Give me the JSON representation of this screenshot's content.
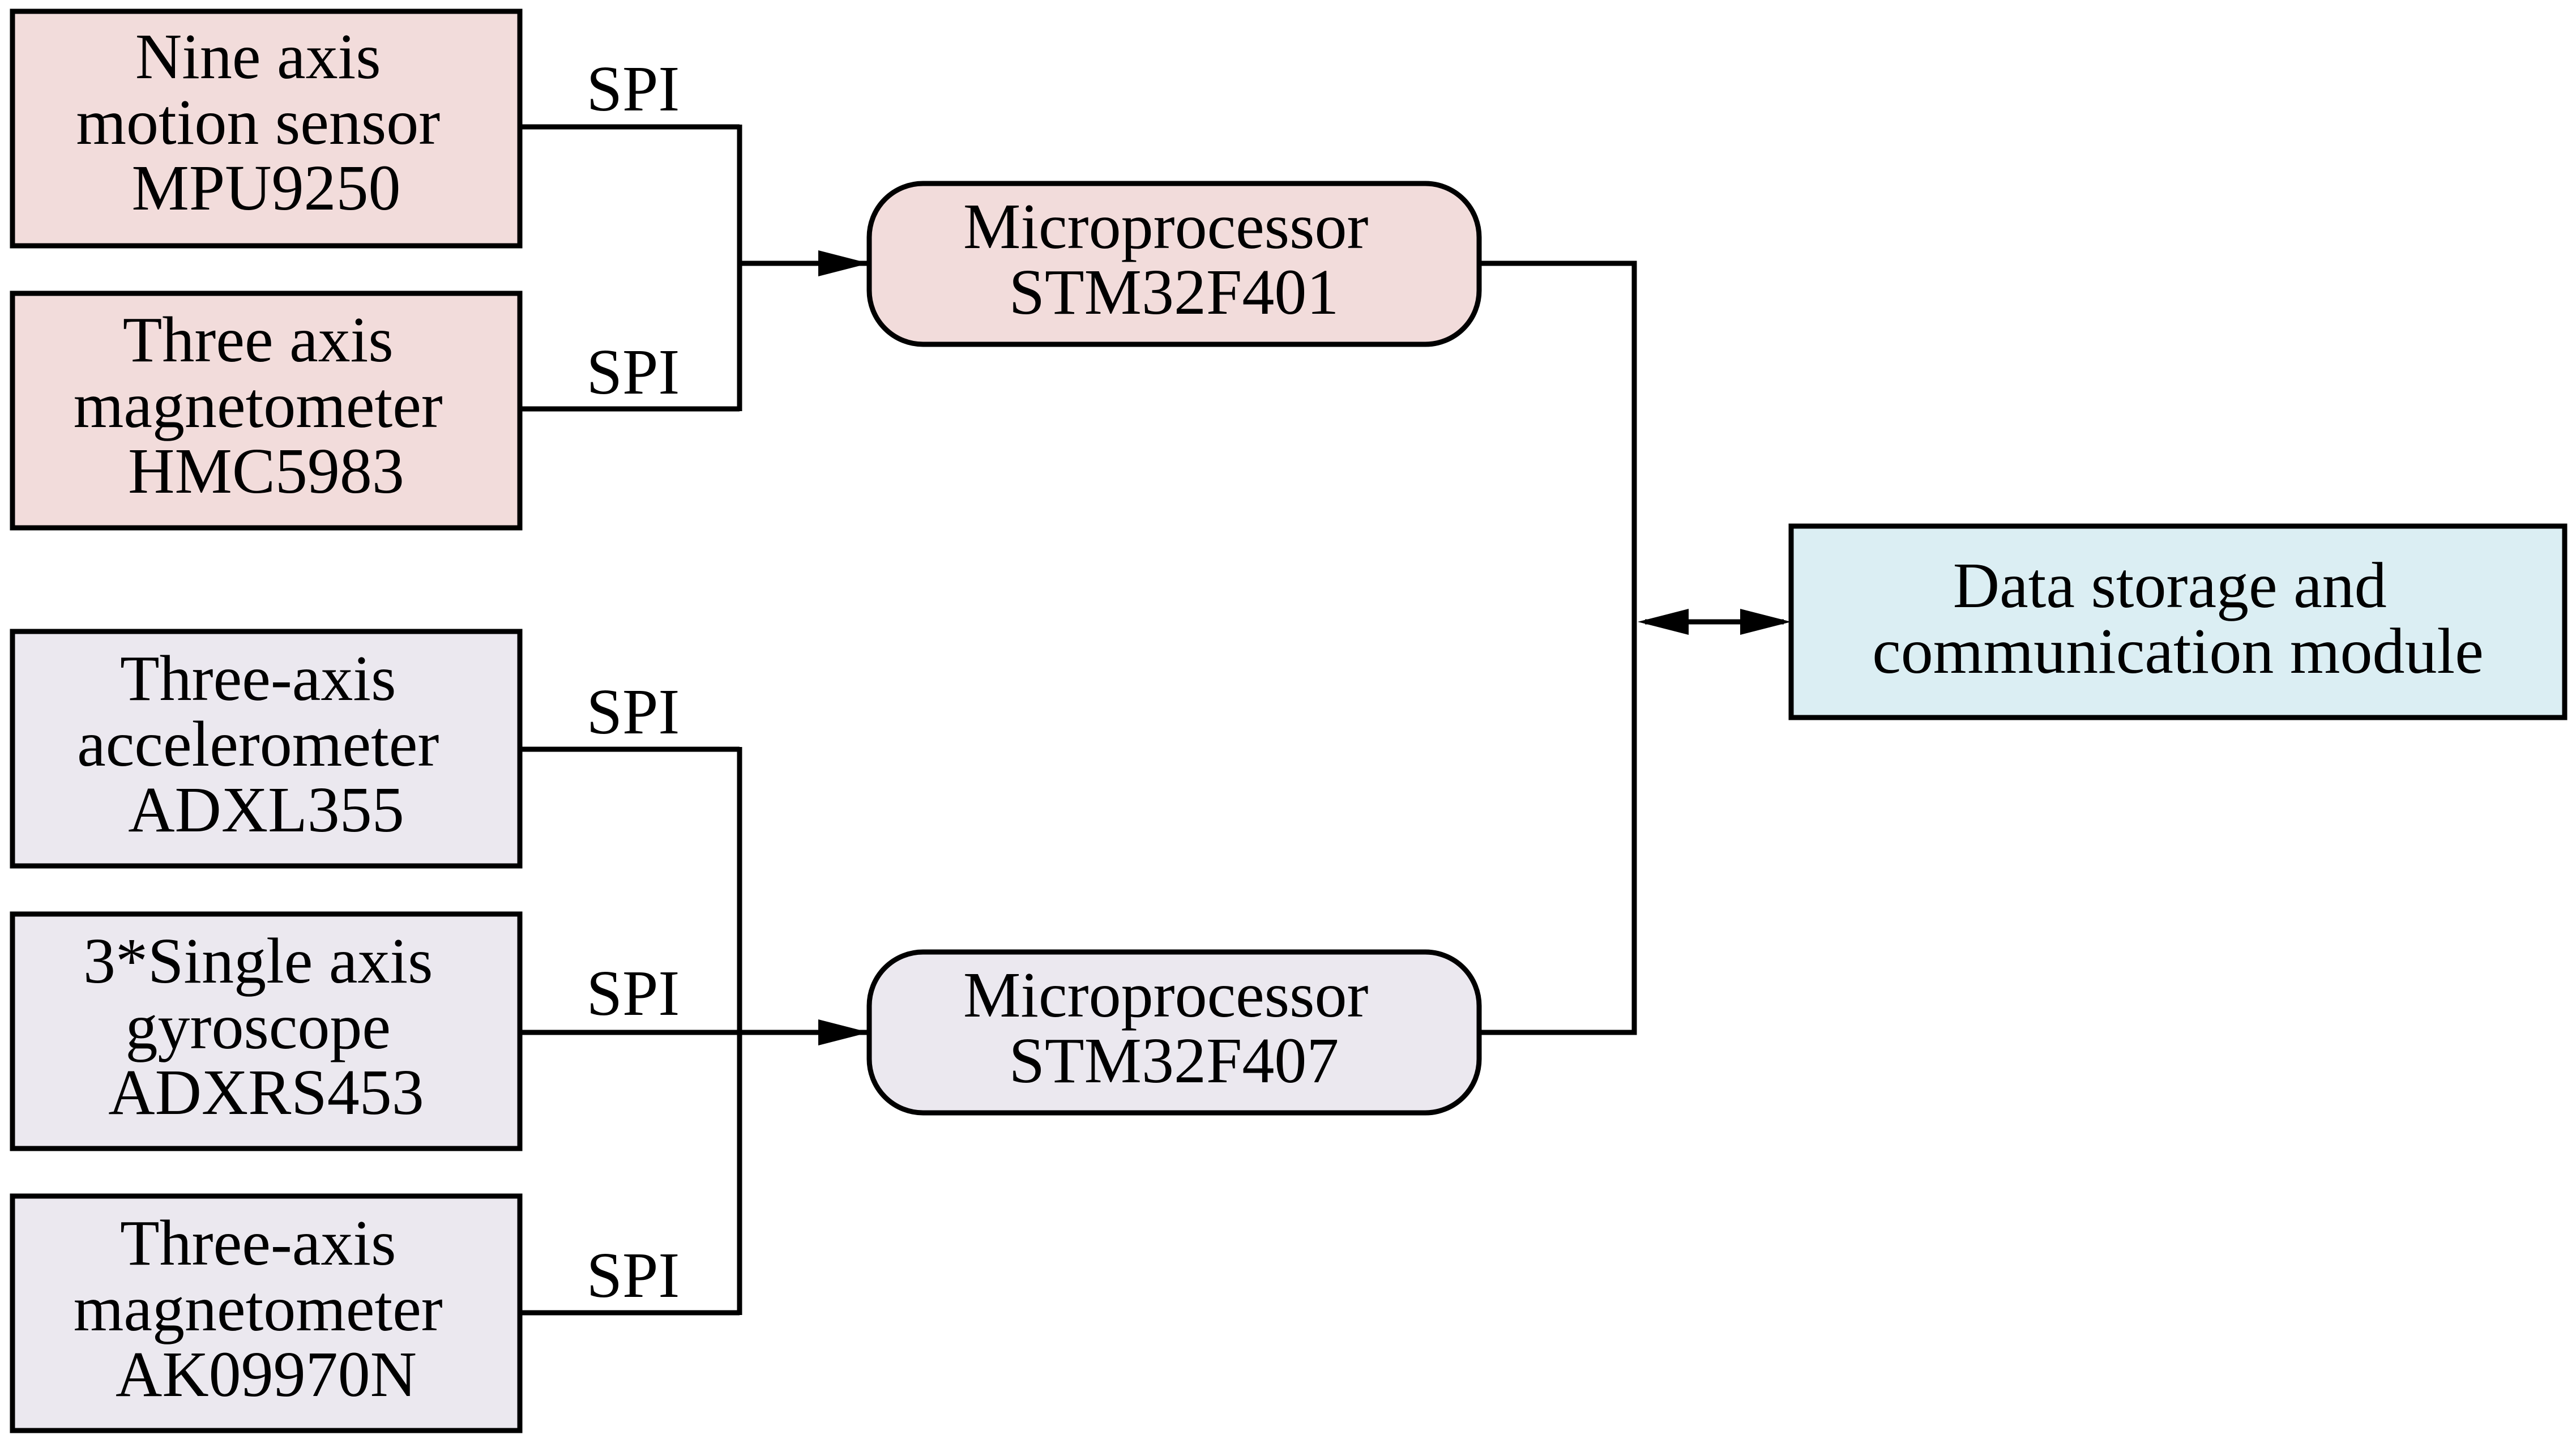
{
  "colors": {
    "upper_group_fill": "#f2dcdb",
    "lower_group_fill": "#ebe8ef",
    "module_fill": "#dbeef3",
    "line": "#000000"
  },
  "sensors": [
    {
      "lines": [
        "Nine axis",
        "motion sensor",
        "MPU9250"
      ],
      "bus": "SPI"
    },
    {
      "lines": [
        "Three axis",
        "magnetometer",
        "HMC5983"
      ],
      "bus": "SPI"
    },
    {
      "lines": [
        "Three-axis",
        "accelerometer",
        "ADXL355"
      ],
      "bus": "SPI"
    },
    {
      "lines": [
        "3*Single axis",
        "gyroscope",
        "ADXRS453"
      ],
      "bus": "SPI"
    },
    {
      "lines": [
        "Three-axis",
        "magnetometer",
        "AK09970N"
      ],
      "bus": "SPI"
    }
  ],
  "processors": [
    {
      "lines": [
        "Microprocessor",
        "STM32F401"
      ]
    },
    {
      "lines": [
        "Microprocessor",
        "STM32F407"
      ]
    }
  ],
  "module": {
    "lines": [
      "Data storage and",
      "communication module"
    ]
  }
}
